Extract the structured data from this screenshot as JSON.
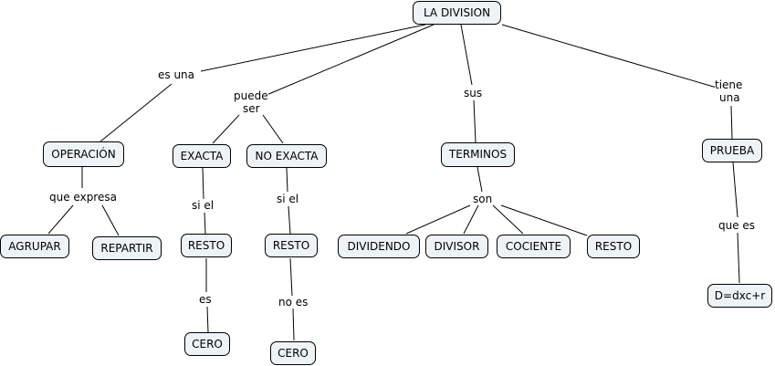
{
  "nodes": {
    "root": "LA DIVISION",
    "operacion": "OPERACIÓN",
    "agrupar": "AGRUPAR",
    "repartir": "REPARTIR",
    "exacta": "EXACTA",
    "no_exacta": "NO EXACTA",
    "resto_exacta": "RESTO",
    "cero_exacta": "CERO",
    "resto_no_exacta": "RESTO",
    "cero_no_exacta": "CERO",
    "terminos": "TERMINOS",
    "dividendo": "DIVIDENDO",
    "divisor": "DIVISOR",
    "cociente": "COCIENTE",
    "resto_termino": "RESTO",
    "prueba": "PRUEBA",
    "formula": "D=dxc+r"
  },
  "links": {
    "es_una": "es una",
    "puede": "puede",
    "ser": "ser",
    "sus": "sus",
    "tiene": "tiene",
    "una": "una",
    "que_expresa": "que expresa",
    "si_el_1": "si el",
    "si_el_2": "si el",
    "es": "es",
    "no_es": "no es",
    "son": "son",
    "que_es": "que es"
  }
}
